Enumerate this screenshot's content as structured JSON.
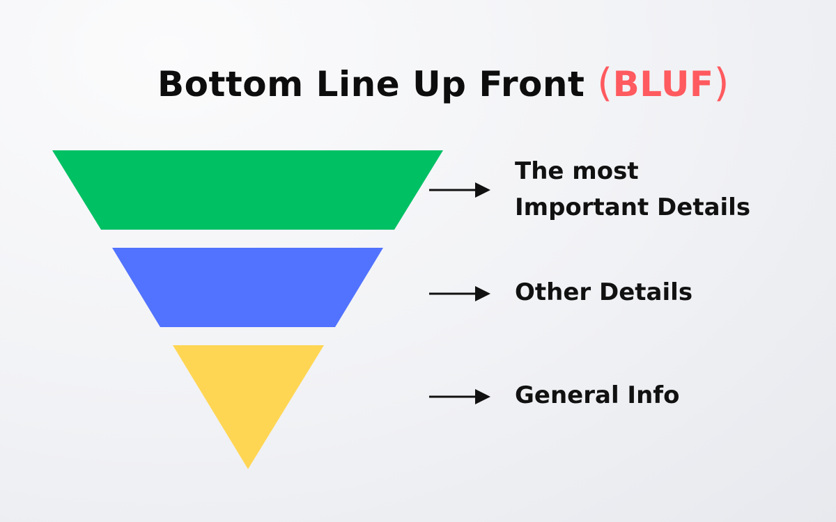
{
  "title": {
    "main": "Bottom Line Up Front",
    "paren_open": "(",
    "acronym": "BLUF",
    "paren_close": ")"
  },
  "levels": [
    {
      "label_line1": "The most",
      "label_line2": "Important Details",
      "color": "#00c064"
    },
    {
      "label_line1": "Other Details",
      "color": "#5273ff"
    },
    {
      "label_line1": "General Info",
      "color": "#ffd654"
    }
  ],
  "colors": {
    "accent": "#ff5a5f",
    "text": "#111111",
    "arrow": "#111111"
  },
  "icons": [
    "right-arrow-icon"
  ]
}
